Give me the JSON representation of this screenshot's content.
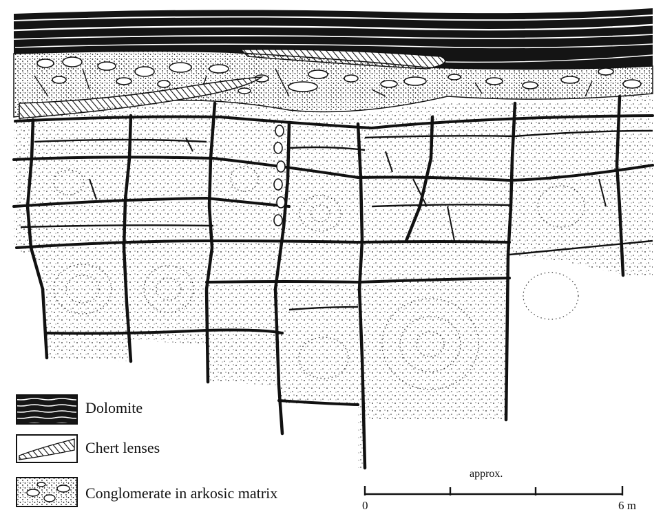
{
  "legend": {
    "items": [
      {
        "key": "dolomite",
        "label": "Dolomite"
      },
      {
        "key": "chert",
        "label": "Chert lenses"
      },
      {
        "key": "conglomerate",
        "label": "Conglomerate in arkosic matrix"
      }
    ]
  },
  "scale_bar": {
    "caption": "approx.",
    "start_label": "0",
    "end_label": "6 m"
  },
  "colors": {
    "ink": "#111111",
    "paper": "#ffffff"
  }
}
